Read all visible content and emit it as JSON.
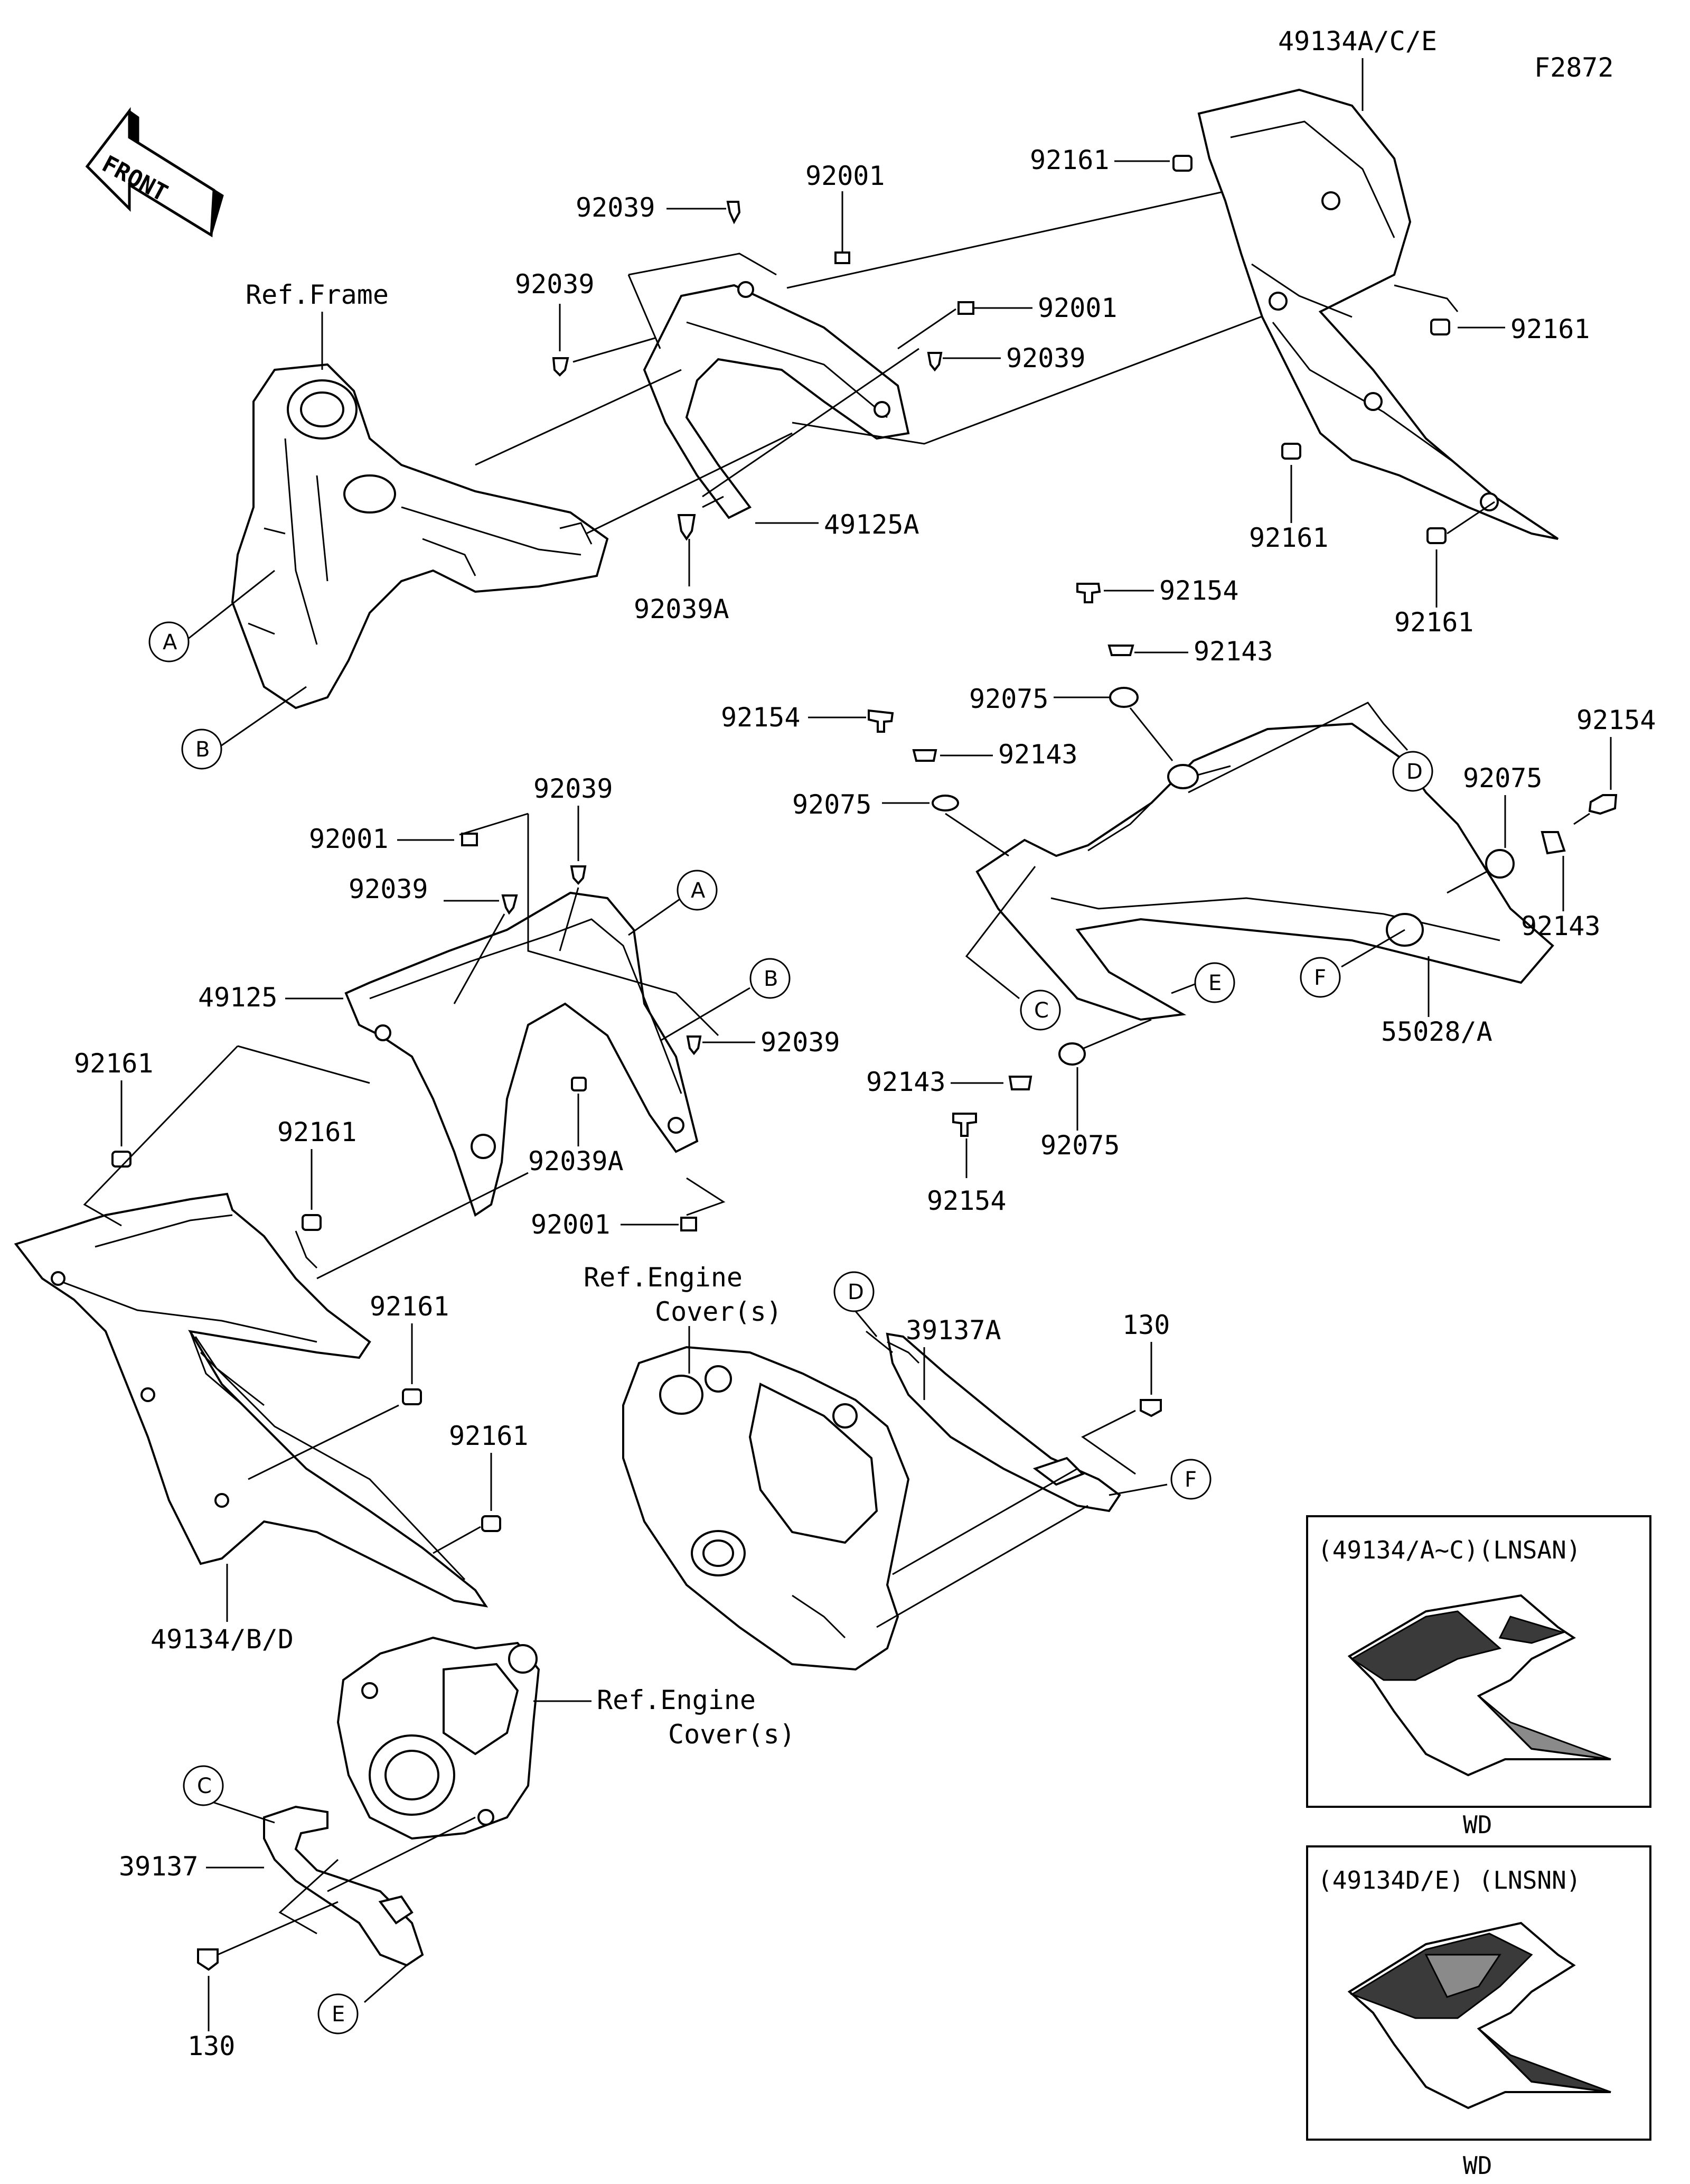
{
  "diagram_code": "F2872",
  "front_arrow": {
    "label": "FRONT"
  },
  "ref_labels": {
    "frame": "Ref.Frame",
    "engine_cover_1_line1": "Ref.Engine",
    "engine_cover_1_line2": "Cover(s)",
    "engine_cover_2_line1": "Ref.Engine",
    "engine_cover_2_line2": "Cover(s)"
  },
  "part_numbers": {
    "p49134ACE": "49134A/C/E",
    "p92161_a": "92161",
    "p92161_b": "92161",
    "p92161_c": "92161",
    "p92161_d": "92161",
    "p92039_a": "92039",
    "p92001_a": "92001",
    "p92039_b": "92039",
    "p92001_b": "92001",
    "p92039_c": "92039",
    "p49125A": "49125A",
    "p92039A_a": "92039A",
    "p92154_a": "92154",
    "p92143_a": "92143",
    "p92075_a": "92075",
    "p92154_b": "92154",
    "p92143_b": "92143",
    "p92075_b": "92075",
    "p92154_c": "92154",
    "p92075_c": "92075",
    "p92143_c": "92143",
    "p55028A": "55028/A",
    "p92143_d": "92143",
    "p92075_d": "92075",
    "p92154_d": "92154",
    "p92039_d": "92039",
    "p92001_c": "92001",
    "p92039_e": "92039",
    "p49125": "49125",
    "p92039_f": "92039",
    "p92039A_b": "92039A",
    "p92001_d": "92001",
    "p92161_e": "92161",
    "p92161_f": "92161",
    "p92161_g": "92161",
    "p92161_h": "92161",
    "p49134BD": "49134/B/D",
    "p39137A": "39137A",
    "p130_a": "130",
    "p39137": "39137",
    "p130_b": "130"
  },
  "callouts": {
    "A1": "A",
    "B1": "B",
    "D1": "D",
    "C1": "C",
    "E1": "E",
    "F1": "F",
    "A2": "A",
    "B2": "B",
    "D2": "D",
    "F2": "F",
    "C2": "C",
    "E2": "E"
  },
  "variant_boxes": [
    {
      "title": "(49134/A~C)(LNSAN)",
      "caption": "WD"
    },
    {
      "title": "(49134D/E) (LNSNN)",
      "caption": "WD"
    }
  ]
}
